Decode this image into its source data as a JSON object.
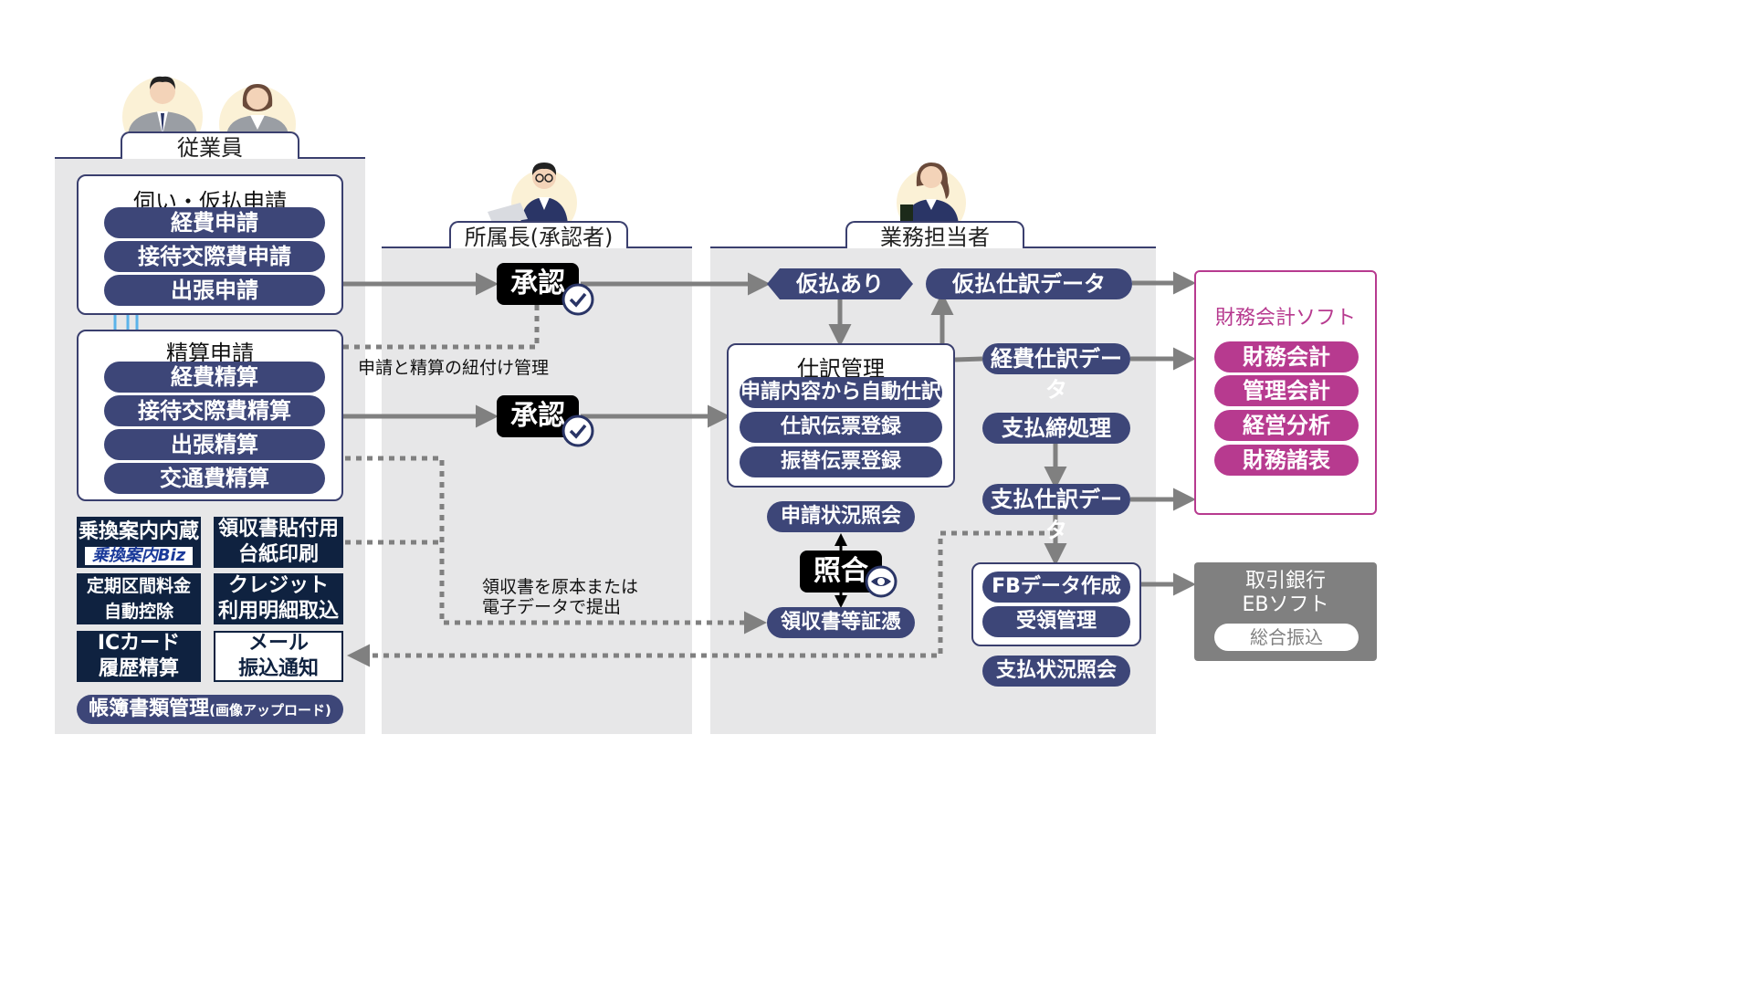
{
  "employees": {
    "header": "従業員",
    "request_box": {
      "title": "伺い・仮払申請",
      "items": [
        "経費申請",
        "接待交際費申請",
        "出張申請"
      ]
    },
    "settlement_box": {
      "title": "精算申請",
      "items": [
        "経費精算",
        "接待交際費精算",
        "出張精算",
        "交通費精算"
      ]
    },
    "tiles": [
      {
        "line1": "乗換案内内蔵",
        "line2": "乗換案内Biz"
      },
      {
        "line1": "領収書貼付用",
        "line2": "台紙印刷"
      },
      {
        "line1": "定期区間料金",
        "line2": "自動控除"
      },
      {
        "line1": "クレジット",
        "line2": "利用明細取込"
      },
      {
        "line1": "ICカード",
        "line2": "履歴精算"
      },
      {
        "line1": "メール",
        "line2": "振込通知"
      }
    ],
    "docs_main": "帳簿書類管理",
    "docs_sub": "(画像アップロード)"
  },
  "manager": {
    "header": "所属長(承認者)",
    "approve_label": "承認",
    "link_note": "申請と精算の紐付け管理",
    "receipt_note_1": "領収書を原本または",
    "receipt_note_2": "電子データで提出"
  },
  "staff": {
    "header": "業務担当者",
    "advance_exists": "仮払あり",
    "advance_journal": "仮払仕訳データ",
    "journal_box": {
      "title": "仕訳管理",
      "items": [
        "申請内容から自動仕訳",
        "仕訳伝票登録",
        "振替伝票登録"
      ]
    },
    "expense_journal": "経費仕訳データ",
    "payment_close": "支払締処理",
    "payment_journal": "支払仕訳データ",
    "fb_box": {
      "items": [
        "FBデータ作成",
        "受領管理"
      ]
    },
    "payment_status": "支払状況照会",
    "request_status": "申請状況照会",
    "match_label": "照合",
    "receipts": "領収書等証憑"
  },
  "finance_software": {
    "title": "財務会計ソフト",
    "items": [
      "財務会計",
      "管理会計",
      "経営分析",
      "財務諸表"
    ]
  },
  "bank_software": {
    "line1": "取引銀行",
    "line2": "EBソフト",
    "item": "総合振込"
  },
  "colors": {
    "navy": "#3d4678",
    "pink": "#b73a8f",
    "dark_tile": "#0f2240",
    "arrow_gray": "#808080",
    "column_bg": "#e7e7e8",
    "bank_gray": "#808080"
  }
}
